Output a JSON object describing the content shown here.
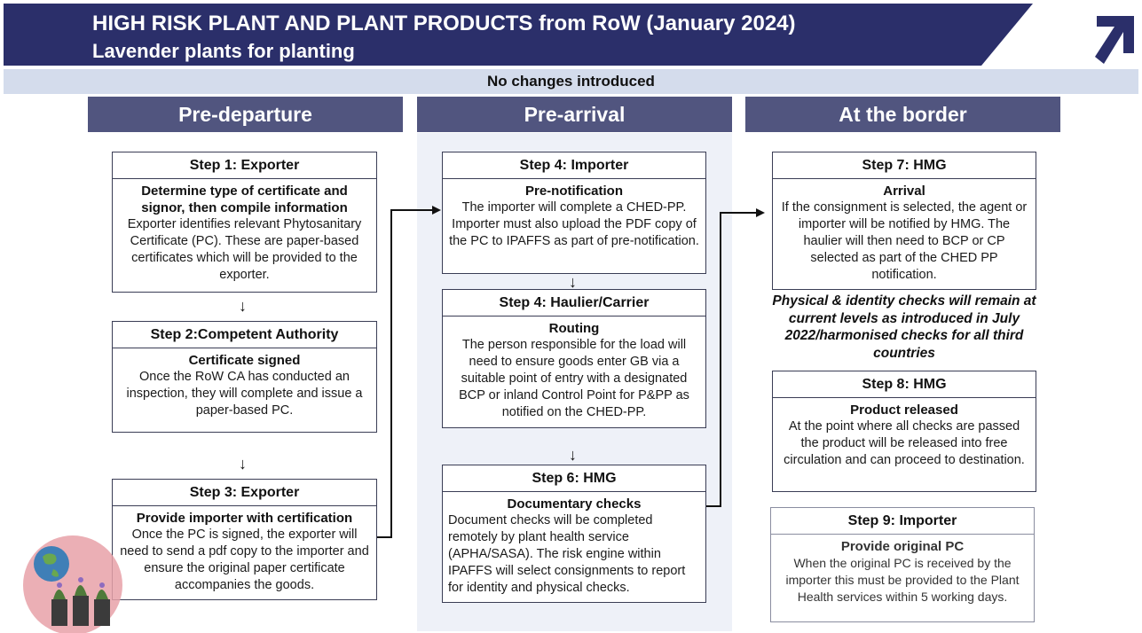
{
  "header": {
    "title": "HIGH  RISK PLANT AND PLANT PRODUCTS from RoW  (January 2024)",
    "subtitle": "Lavender plants for planting"
  },
  "banner": "No changes introduced",
  "columns": [
    {
      "label": "Pre-departure"
    },
    {
      "label": "Pre-arrival"
    },
    {
      "label": "At the border"
    }
  ],
  "steps": {
    "s1": {
      "title": "Step 1: Exporter",
      "sub": "Determine type of certificate and signor, then compile information",
      "text": "Exporter identifies relevant Phytosanitary Certificate (PC). These are paper-based certificates which will be provided to the exporter."
    },
    "s2": {
      "title": "Step 2:Competent Authority",
      "sub": "Certificate signed",
      "text": "Once the RoW CA has conducted an inspection, they will complete and issue a paper-based PC."
    },
    "s3": {
      "title": "Step 3: Exporter",
      "sub": "Provide importer with certification",
      "text": "Once the PC is signed, the exporter will need to send a pdf copy to the importer and ensure the original paper certificate accompanies the goods."
    },
    "s4a": {
      "title": "Step 4: Importer",
      "sub": "Pre-notification",
      "text": "The importer will complete a CHED-PP. Importer must also upload the PDF copy of the PC to IPAFFS as part of pre-notification."
    },
    "s4b": {
      "title": "Step 4: Haulier/Carrier",
      "sub": "Routing",
      "text": "The person responsible for the load will need to ensure goods enter GB via a suitable point of entry with a designated BCP or inland Control Point for P&PP as notified on the CHED-PP."
    },
    "s6": {
      "title": "Step 6: HMG",
      "sub": "Documentary checks",
      "text": "Document checks will be completed remotely by plant health service (APHA/SASA).  The risk engine within IPAFFS will select consignments to report for identity and physical checks."
    },
    "s7": {
      "title": "Step 7: HMG",
      "sub": "Arrival",
      "text": "If the consignment is selected,  the agent or importer will be notified by HMG. The haulier will then need to BCP or CP selected as part of the CHED PP notification."
    },
    "s8": {
      "title": "Step 8: HMG",
      "sub": "Product released",
      "text": "At the point where all checks are passed the product will be released into free circulation and can proceed to destination."
    },
    "s9": {
      "title": "Step 9: Importer",
      "sub": "Provide original PC",
      "text": "When the original PC is received by the importer this must be provided to the Plant Health services within 5 working days."
    }
  },
  "note": "Physical & identity checks will remain at current levels as introduced in July 2022/harmonised checks for all third countries",
  "colors": {
    "header": "#2b2f6a",
    "column_header": "#51557f",
    "banner": "#d4dcec",
    "column_bg": "#eef1f8"
  },
  "icons": {
    "logo": "arrow-logo-icon",
    "down_arrow": "down-arrow-icon",
    "plant": "globe-plant-icon"
  }
}
